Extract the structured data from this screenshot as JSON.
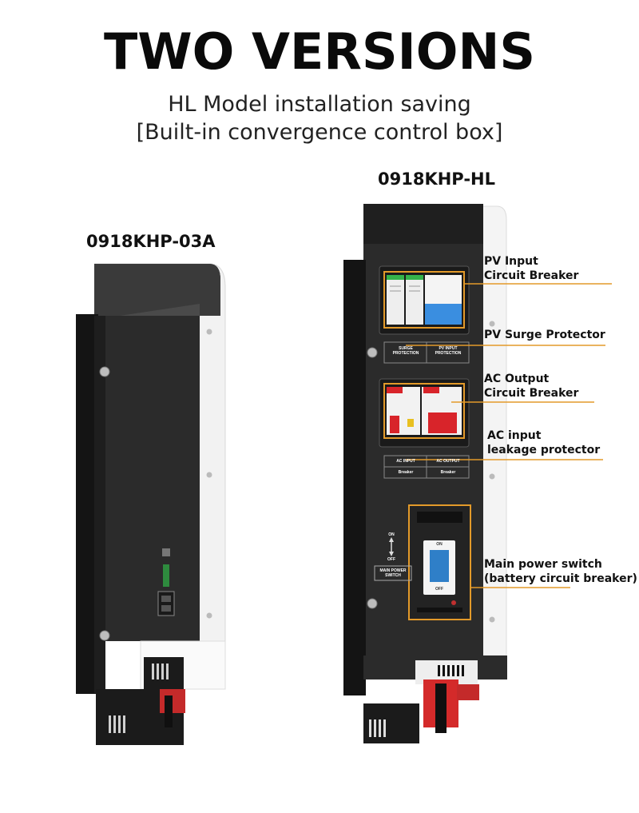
{
  "title": "TWO VERSIONS",
  "subtitle_line1": "HL Model installation saving",
  "subtitle_line2": "[Built-in convergence control box]",
  "models": {
    "left": "0918KHP-03A",
    "right": "0918KHP-HL"
  },
  "callouts": {
    "pv_breaker_1": "PV Input",
    "pv_breaker_2": "Circuit Breaker",
    "pv_surge": "PV Surge Protector",
    "ac_out_1": "AC Output",
    "ac_out_2": "Circuit Breaker",
    "ac_in_1": "AC input",
    "ac_in_2": "leakage protector",
    "main_1": "Main power switch",
    "main_2": "(battery circuit breaker)"
  },
  "panel_labels": {
    "surge_1": "SURGE",
    "surge_2": "PROTECTION",
    "pv_input_1": "PV INPUT",
    "pv_input_2": "PROTECTION",
    "ac_input": "AC INPUT",
    "ac_output": "AC OUTPUT",
    "breaker_a": "Breaker",
    "breaker_b": "Breaker",
    "on": "ON",
    "off": "OFF",
    "main_power_1": "MAIN POWER",
    "main_power_2": "SWITCH",
    "switch_on": "ON",
    "switch_off": "OFF"
  },
  "colors": {
    "accent_orange": "#e39a2a",
    "body_dark": "#2a2a2a",
    "body_black": "#121212",
    "shell_white": "#f4f4f4",
    "breaker_red": "#d8242a"
  }
}
